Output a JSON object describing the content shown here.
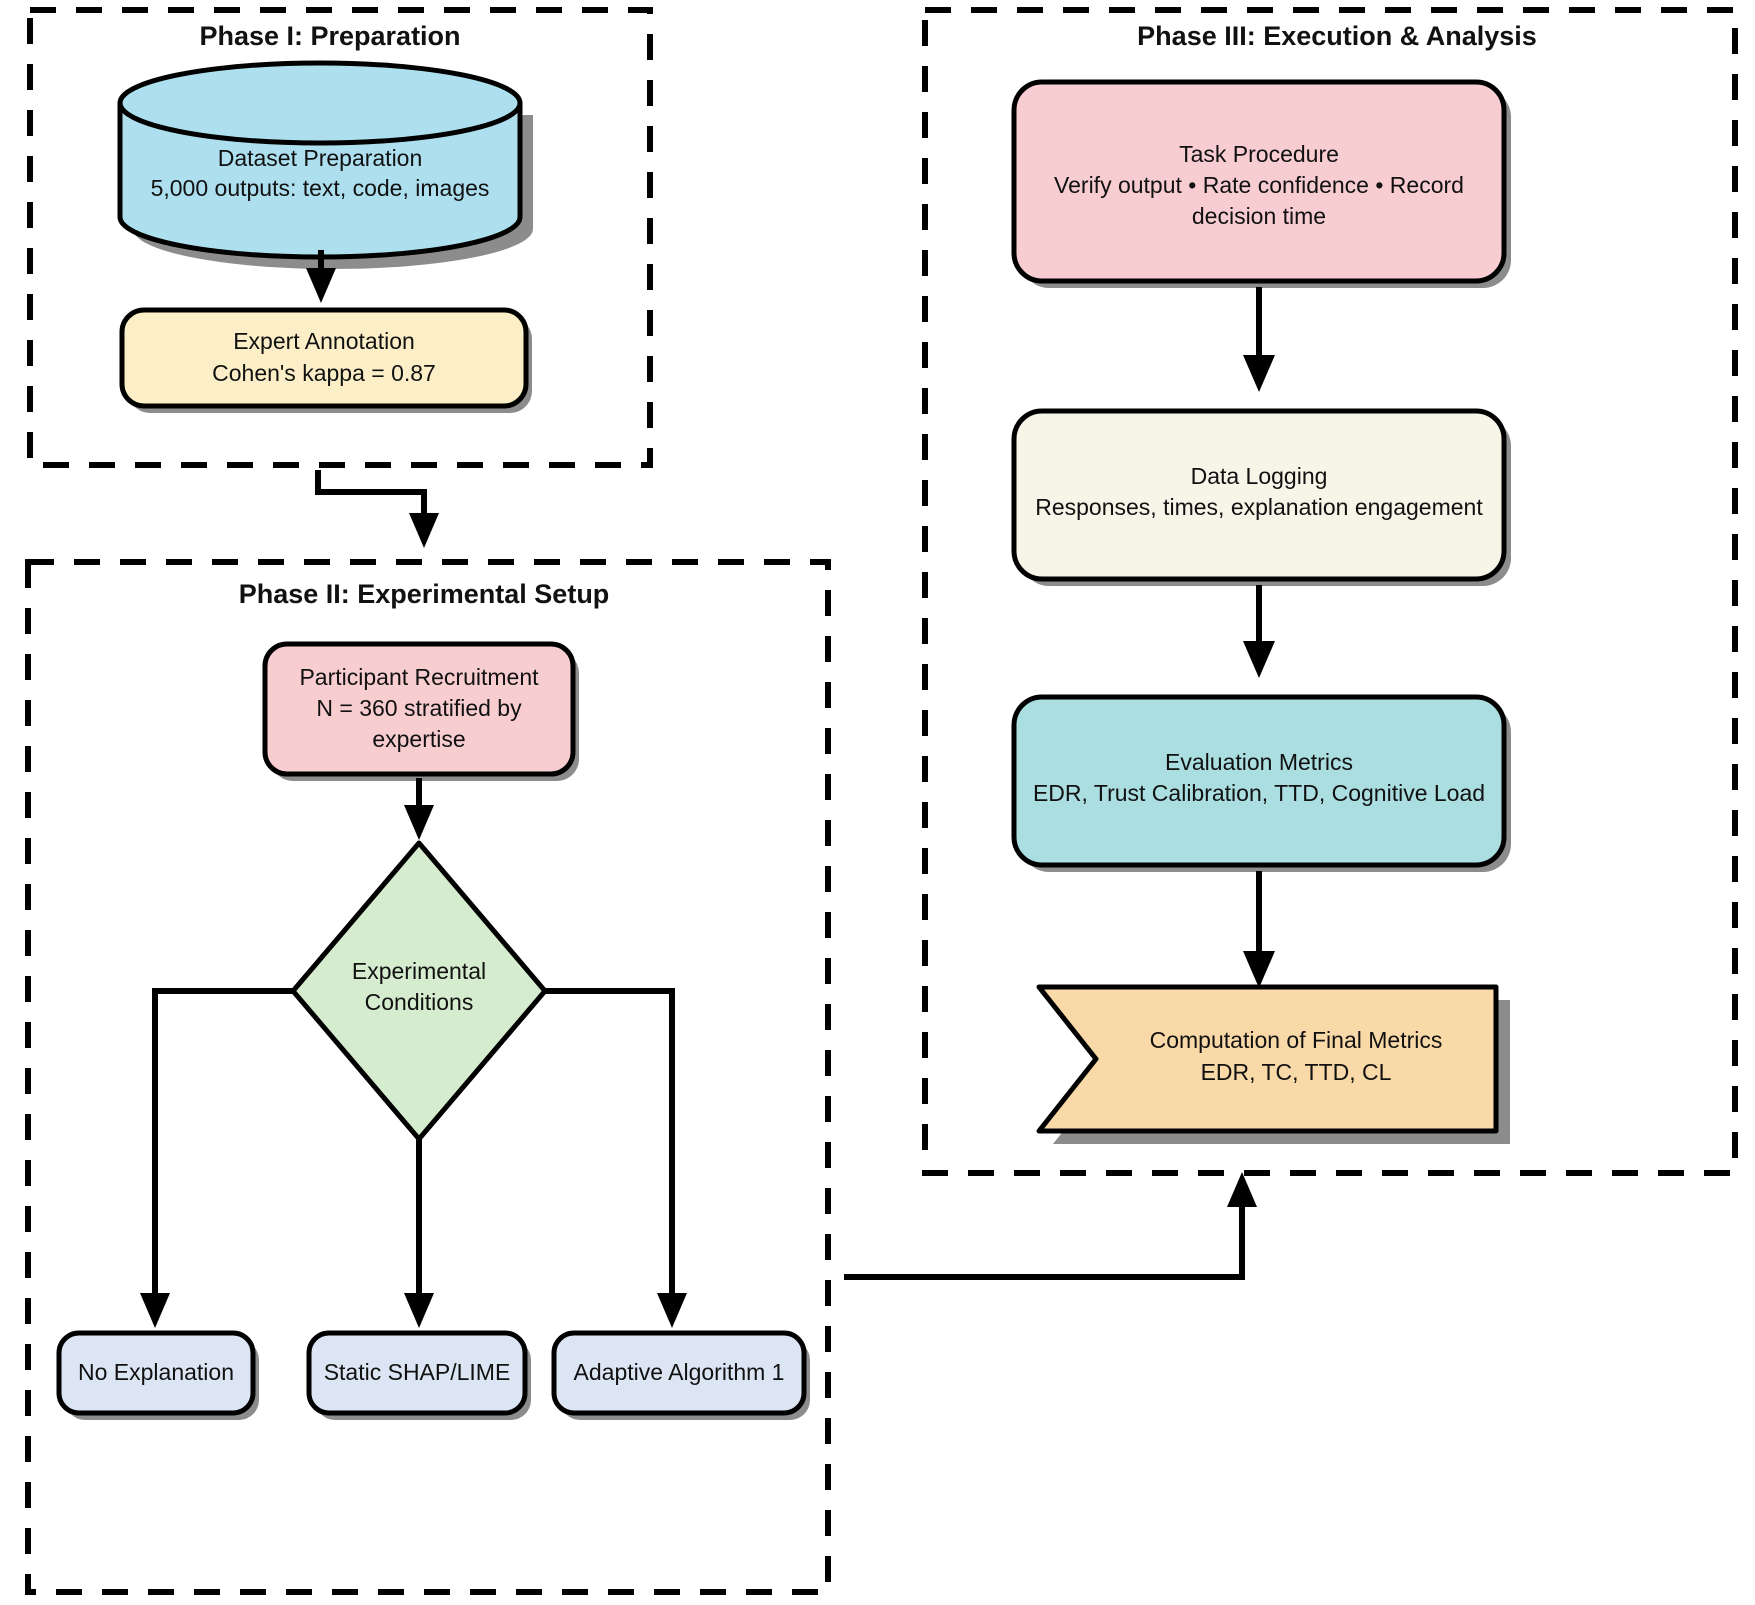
{
  "diagram": {
    "title": "Experimental methodology flowchart",
    "colors": {
      "cylinder_fill": "#addfef",
      "annotation_fill": "#fcefc7",
      "recruitment_fill": "#f7cdd0",
      "decision_fill": "#d6ecce",
      "condition_fill": "#dbe5f3",
      "task_fill": "#f7cdd2",
      "logging_fill": "#f7f4e8",
      "metrics_fill": "#abdee1",
      "computation_fill": "#fad9a8",
      "stroke": "#000000",
      "text": "#111111"
    }
  },
  "phases": [
    {
      "id": "phase-1",
      "title": "Phase I: Preparation"
    },
    {
      "id": "phase-2",
      "title": "Phase II: Experimental Setup"
    },
    {
      "id": "phase-3",
      "title": "Phase III: Execution & Analysis"
    }
  ],
  "nodes": {
    "dataset_preparation": {
      "shape": "cylinder",
      "lines": [
        "Dataset Preparation",
        "5,000 outputs: text, code, images"
      ]
    },
    "expert_annotation": {
      "shape": "rounded-rect",
      "lines": [
        "Expert Annotation",
        "Cohen's kappa = 0.87"
      ]
    },
    "participant_recruitment": {
      "shape": "rounded-rect",
      "lines": [
        "Participant Recruitment",
        "N = 360 stratified by",
        "expertise"
      ]
    },
    "experimental_conditions": {
      "shape": "diamond",
      "lines": [
        "Experimental",
        "Conditions"
      ]
    },
    "condition_no_explanation": {
      "shape": "rounded-rect",
      "lines": [
        "No Explanation"
      ]
    },
    "condition_static_shap_lime": {
      "shape": "rounded-rect",
      "lines": [
        "Static SHAP/LIME"
      ]
    },
    "condition_adaptive_algorithm": {
      "shape": "rounded-rect",
      "lines": [
        "Adaptive Algorithm 1"
      ]
    },
    "task_procedure": {
      "shape": "rounded-rect",
      "lines": [
        "Task Procedure",
        "Verify output • Rate confidence • Record",
        "decision time"
      ]
    },
    "data_logging": {
      "shape": "rounded-rect",
      "lines": [
        "Data Logging",
        "Responses, times, explanation engagement"
      ]
    },
    "evaluation_metrics": {
      "shape": "rounded-rect",
      "lines": [
        "Evaluation Metrics",
        "EDR, Trust Calibration, TTD, Cognitive Load"
      ]
    },
    "computation_final_metrics": {
      "shape": "chevron",
      "lines": [
        "Computation of Final Metrics",
        "EDR, TC, TTD, CL"
      ]
    }
  },
  "edges": [
    {
      "id": "edge-dataset-to-annotation",
      "from": "dataset_preparation",
      "to": "expert_annotation"
    },
    {
      "id": "edge-phase1-to-phase2",
      "from": "expert_annotation",
      "to": "participant_recruitment"
    },
    {
      "id": "edge-recruitment-to-conditions",
      "from": "participant_recruitment",
      "to": "experimental_conditions"
    },
    {
      "id": "edge-conditions-to-no-explanation",
      "from": "experimental_conditions",
      "to": "condition_no_explanation"
    },
    {
      "id": "edge-conditions-to-static",
      "from": "experimental_conditions",
      "to": "condition_static_shap_lime"
    },
    {
      "id": "edge-conditions-to-adaptive",
      "from": "experimental_conditions",
      "to": "condition_adaptive_algorithm"
    },
    {
      "id": "edge-adaptive-to-phase3",
      "from": "condition_adaptive_algorithm",
      "to": "computation_final_metrics"
    },
    {
      "id": "edge-task-to-logging",
      "from": "task_procedure",
      "to": "data_logging"
    },
    {
      "id": "edge-logging-to-metrics",
      "from": "data_logging",
      "to": "evaluation_metrics"
    },
    {
      "id": "edge-metrics-to-computation",
      "from": "evaluation_metrics",
      "to": "computation_final_metrics"
    }
  ]
}
